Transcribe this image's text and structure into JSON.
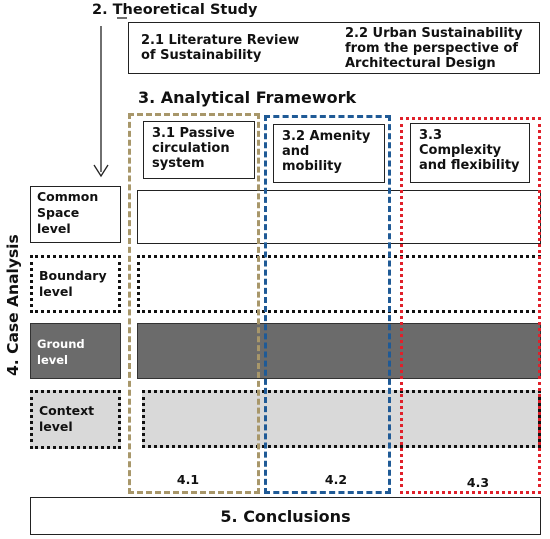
{
  "theoretical": {
    "title": "2. Theoretical Study",
    "item1_line1": "2.1 Literature Review",
    "item1_line2": "of Sustainability",
    "item2_line1": "2.2 Urban Sustainability",
    "item2_line2": "from the perspective of",
    "item2_line3": "Architectural Design"
  },
  "framework": {
    "title": "3. Analytical Framework",
    "col1_line1": "3.1 Passive",
    "col1_line2": "circulation",
    "col1_line3": "system",
    "col2_line1": "3.2 Amenity",
    "col2_line2": "and",
    "col2_line3": "mobility",
    "col3_line1": "3.3",
    "col3_line2": "Complexity",
    "col3_line3": "and flexibility",
    "col1_number": "4.1",
    "col2_number": "4.2",
    "col3_number": "4.3",
    "col1_color": "#a8976a",
    "col2_color": "#1f5a96",
    "col3_color": "#e0202a"
  },
  "case_analysis": {
    "label": "4. Case Analysis",
    "level1_line1": "Common",
    "level1_line2": "Space",
    "level1_line3": "level",
    "level2_line1": "Boundary",
    "level2_line2": "level",
    "level3_line1": "Ground",
    "level3_line2": "level",
    "level4_line1": "Context",
    "level4_line2": "level",
    "ground_color": "#6b6b6b",
    "context_color": "#d9d9d9"
  },
  "conclusions": {
    "title": "5. Conclusions"
  }
}
